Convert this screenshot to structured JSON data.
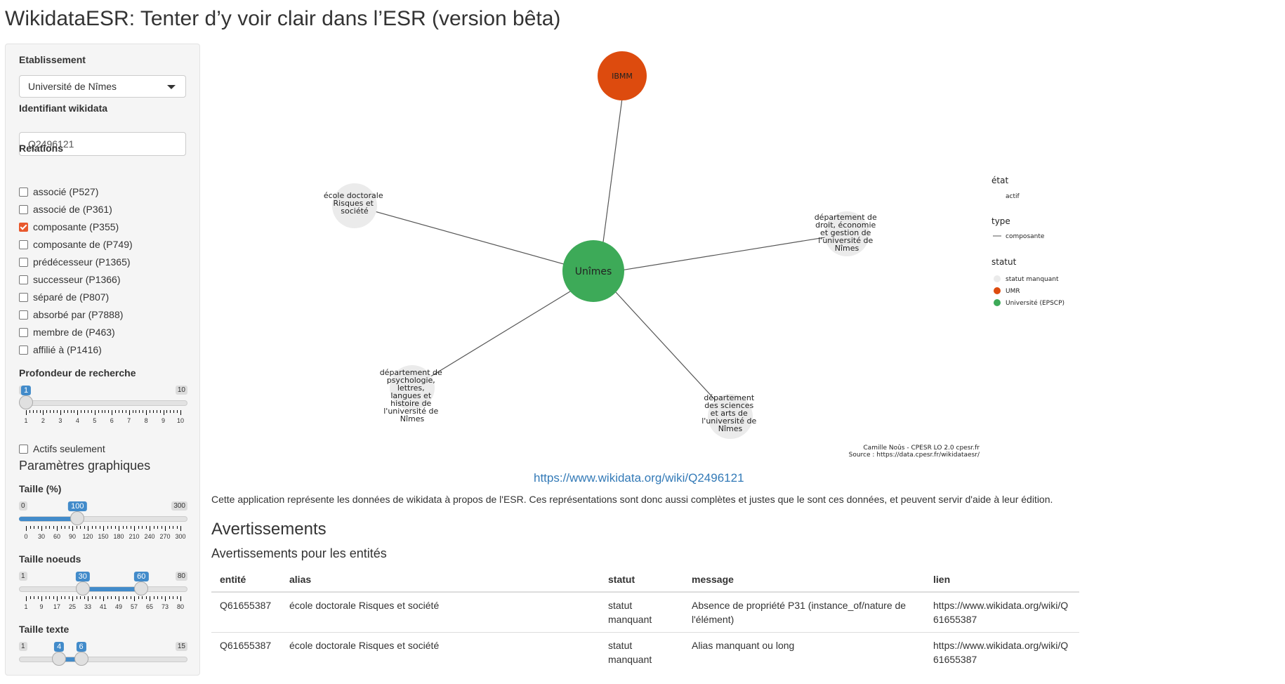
{
  "app": {
    "title": "WikidataESR: Tenter d’y voir clair dans l’ESR (version bêta)"
  },
  "sidebar": {
    "etablissement": {
      "label": "Etablissement",
      "value": "Université de Nîmes"
    },
    "identifiant": {
      "label": "Identifiant wikidata",
      "value": "Q2496121"
    },
    "relations": {
      "label": "Relations",
      "items": [
        {
          "label": "associé (P527)",
          "checked": false
        },
        {
          "label": "associé de (P361)",
          "checked": false
        },
        {
          "label": "composante (P355)",
          "checked": true
        },
        {
          "label": "composante de (P749)",
          "checked": false
        },
        {
          "label": "prédécesseur (P1365)",
          "checked": false
        },
        {
          "label": "successeur (P1366)",
          "checked": false
        },
        {
          "label": "séparé de (P807)",
          "checked": false
        },
        {
          "label": "absorbé par (P7888)",
          "checked": false
        },
        {
          "label": "membre de (P463)",
          "checked": false
        },
        {
          "label": "affilié à (P1416)",
          "checked": false
        }
      ]
    },
    "profondeur": {
      "label": "Profondeur de recherche",
      "min": 1,
      "max": 10,
      "value": 1,
      "min_label": "1",
      "max_label": "10",
      "ticks": [
        "1",
        "2",
        "3",
        "4",
        "5",
        "6",
        "7",
        "8",
        "9",
        "10"
      ]
    },
    "actifs": {
      "label": "Actifs seulement",
      "checked": false
    },
    "graph_section": "Paramètres graphiques",
    "taille": {
      "label": "Taille (%)",
      "min": 0,
      "max": 300,
      "value": 100,
      "min_label": "0",
      "max_label": "300",
      "ticks": [
        "0",
        "30",
        "60",
        "90",
        "120",
        "150",
        "180",
        "210",
        "240",
        "270",
        "300"
      ]
    },
    "taille_noeuds": {
      "label": "Taille noeuds",
      "min": 1,
      "max": 80,
      "from": 30,
      "to": 60,
      "min_label": "1",
      "max_label": "80",
      "ticks": [
        "1",
        "9",
        "17",
        "25",
        "33",
        "41",
        "49",
        "57",
        "65",
        "73",
        "80"
      ]
    },
    "taille_texte": {
      "label": "Taille texte",
      "min": 1,
      "max": 15,
      "from": 4,
      "to": 6,
      "min_label": "1",
      "max_label": "15"
    }
  },
  "graph": {
    "nodes": [
      {
        "id": "center",
        "label": [
          "Unîmes"
        ],
        "status": "Université (EPSCP)"
      },
      {
        "id": "ibmm",
        "label": [
          "IBMM"
        ],
        "status": "UMR"
      },
      {
        "id": "ecole",
        "label": [
          "école doctorale",
          "Risques et",
          "société"
        ],
        "status": "statut manquant"
      },
      {
        "id": "droit",
        "label": [
          "département de",
          "droit, économie",
          "et gestion de",
          "l'université de",
          "Nîmes"
        ],
        "status": "statut manquant"
      },
      {
        "id": "psycho",
        "label": [
          "département de",
          "psychologie,",
          "lettres,",
          "langues et",
          "histoire de",
          "l'université de",
          "Nîmes"
        ],
        "status": "statut manquant"
      },
      {
        "id": "sciences",
        "label": [
          "département",
          "des sciences",
          "et arts de",
          "l'université de",
          "Nîmes"
        ],
        "status": "statut manquant"
      }
    ],
    "legend": {
      "etat_title": "état",
      "etat_item": "actif",
      "type_title": "type",
      "type_item": "composante",
      "statut_title": "statut",
      "statut_items": [
        {
          "label": "statut manquant",
          "color": "#ebebeb"
        },
        {
          "label": "UMR",
          "color": "#dd4b0e"
        },
        {
          "label": "Université (EPSCP)",
          "color": "#3daa58"
        }
      ]
    },
    "caption_1": "Camille Noûs - CPESR LO 2.0 cpesr.fr",
    "caption_2": "Source : https://data.cpesr.fr/wikidataesr/"
  },
  "main": {
    "link": "https://www.wikidata.org/wiki/Q2496121",
    "description": "Cette application représente les données de wikidata à propos de l'ESR. Ces représentations sont donc aussi complètes et justes que le sont ces données, et peuvent servir d'aide à leur édition.",
    "warnings_title": "Avertissements",
    "warnings_subtitle": "Avertissements pour les entités",
    "table": {
      "headers": {
        "entite": "entité",
        "alias": "alias",
        "statut": "statut",
        "message": "message",
        "lien": "lien"
      },
      "rows": [
        {
          "entite": "Q61655387",
          "alias": "école doctorale Risques et société",
          "statut": "statut manquant",
          "message": "Absence de propriété P31 (instance_of/nature de l'élément)",
          "lien": "https://www.wikidata.org/wiki/Q61655387"
        },
        {
          "entite": "Q61655387",
          "alias": "école doctorale Risques et société",
          "statut": "statut manquant",
          "message": "Alias manquant ou long",
          "lien": "https://www.wikidata.org/wiki/Q61655387"
        }
      ]
    }
  },
  "colors": {
    "accent": "#428bca",
    "checkbox_checked": "#e8582d",
    "link": "#337ab7"
  }
}
